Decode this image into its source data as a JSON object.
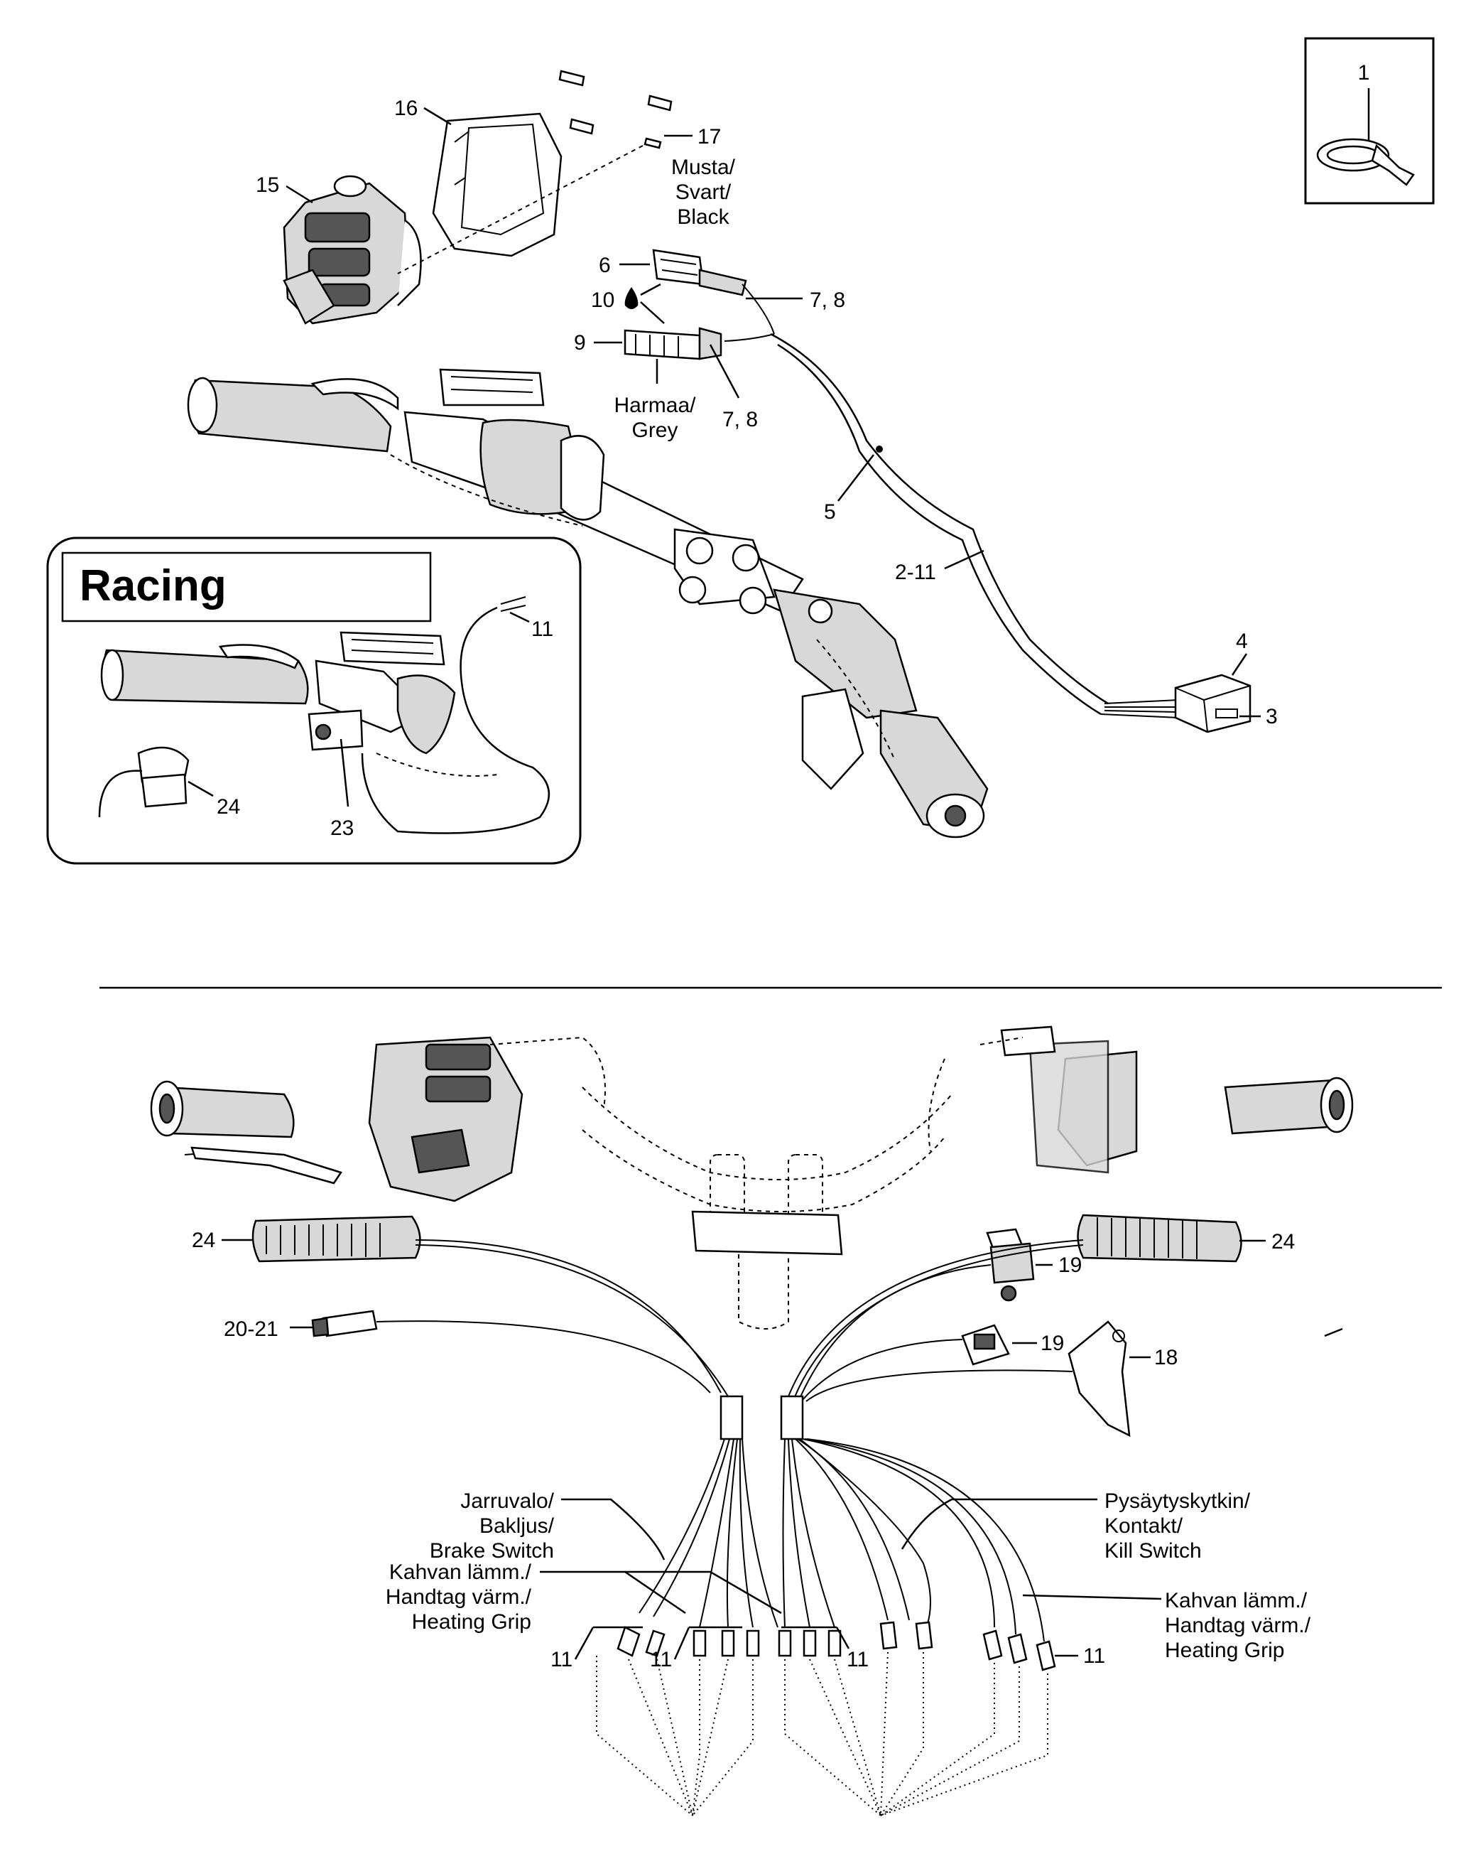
{
  "diagram": {
    "inset_title": "Racing",
    "callouts": {
      "c1": "1",
      "c2_11": "2-11",
      "c3": "3",
      "c4": "4",
      "c5": "5",
      "c6": "6",
      "c7_8a": "7, 8",
      "c7_8b": "7, 8",
      "c9": "9",
      "c10": "10",
      "c11_inset": "11",
      "c15": "15",
      "c16": "16",
      "c17": "17",
      "c23": "23",
      "c24_inset": "24",
      "c24_left": "24",
      "c24_right": "24",
      "c20_21": "20-21",
      "c19a": "19",
      "c19b": "19",
      "c18": "18",
      "c11_b1": "11",
      "c11_b2": "11",
      "c11_b3": "11",
      "c11_b4": "11"
    },
    "wire_labels": {
      "black": [
        "Musta/",
        "Svart/",
        "Black"
      ],
      "grey": [
        "Harmaa/",
        "Grey"
      ],
      "brake": [
        "Jarruvalo/",
        "Bakljus/",
        "Brake Switch"
      ],
      "heat_left": [
        "Kahvan lämm./",
        "Handtag värm./",
        "Heating Grip"
      ],
      "kill": [
        "Pysäytyskytkin/",
        "Kontakt/",
        "Kill Switch"
      ],
      "heat_right": [
        "Kahvan lämm./",
        "Handtag värm./",
        "Heating Grip"
      ]
    },
    "icons": [
      "cable-tie-icon",
      "droplet-icon"
    ]
  }
}
